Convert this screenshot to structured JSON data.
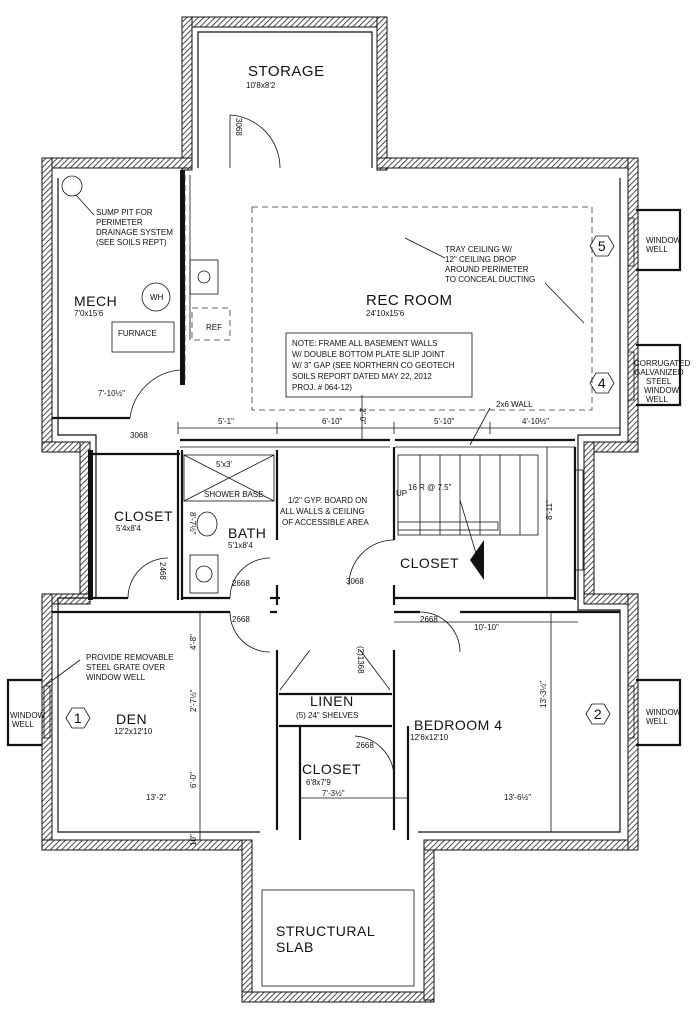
{
  "rooms": {
    "storage": {
      "name": "STORAGE",
      "size": "10'8x8'2"
    },
    "mech": {
      "name": "MECH",
      "size": "7'0x15'6"
    },
    "rec_room": {
      "name": "REC ROOM",
      "size": "24'10x15'6"
    },
    "closet1": {
      "name": "CLOSET",
      "size": "5'4x8'4"
    },
    "bath": {
      "name": "BATH",
      "size": "5'1x8'4"
    },
    "closet2": {
      "name": "CLOSET"
    },
    "den": {
      "name": "DEN",
      "size": "12'2x12'10"
    },
    "bedroom4": {
      "name": "BEDROOM 4",
      "size": "12'6x12'10"
    },
    "linen": {
      "name": "LINEN",
      "note": "(5) 24\" SHELVES"
    },
    "closet3": {
      "name": "CLOSET",
      "size": "6'8x7'9"
    },
    "structural_slab": {
      "line1": "STRUCTURAL",
      "line2": "SLAB"
    }
  },
  "fixtures": {
    "wh": "WH",
    "furnace": "FURNACE",
    "ref": "REF",
    "shower_size": "5'x3'",
    "shower_base": "SHOWER BASE",
    "up": "UP",
    "risers": "16 R @ 7.5\""
  },
  "notes": {
    "sump": [
      "SUMP PIT FOR",
      "PERIMETER",
      "DRAINAGE SYSTEM",
      "(SEE SOILS REPT)"
    ],
    "tray": [
      "TRAY CEILING W/",
      "12\" CEILING DROP",
      "AROUND PERIMETER",
      "TO CONCEAL DUCTING"
    ],
    "frame": [
      "NOTE: FRAME ALL BASEMENT WALLS",
      "W/ DOUBLE BOTTOM PLATE SLIP JOINT",
      "W/ 3\" GAP (SEE  NORTHERN CO GEOTECH",
      "SOILS REPORT DATED MAY 22, 2012",
      "PROJ. # 064-12)"
    ],
    "gyp": [
      "1/2\" GYP. BOARD ON",
      "ALL WALLS & CEILING",
      "OF ACCESSIBLE AREA"
    ],
    "grate": [
      "PROVIDE REMOVABLE",
      "STEEL GRATE OVER",
      "WINDOW WELL"
    ],
    "wall_2x6": "2x6 WALL",
    "corrugated": [
      "CORRUGATED",
      "GALVANIZED",
      "STEEL",
      "WINDOW",
      "WELL"
    ],
    "window_well_right_top": [
      "WINDOW",
      "WELL"
    ],
    "window_well_right_bottom": [
      "WINDOW",
      "WELL"
    ],
    "window_well_left": [
      "WINDOW",
      "WELL"
    ]
  },
  "markers": {
    "m1": "1",
    "m2": "2",
    "m4": "4",
    "m5": "5"
  },
  "doors": {
    "d_storage": "3068",
    "d_mech": "3068",
    "d_closet1": "2468",
    "d_bath_left": "2668",
    "d_bath_right": "2668",
    "d_closet2": "3068",
    "d_den": "2668",
    "d_bed": "2668",
    "d_linen": "(2)1368",
    "d_closet3": "2668"
  },
  "dims": {
    "mech_w": "7'-10½\"",
    "top_1": "5'-1\"",
    "top_2": "6'-10\"",
    "top_3": "5'-10\"",
    "top_4": "4'-10½\"",
    "v_2_0": "2'-0\"",
    "stair_h": "8'-11\"",
    "bath_v": "8'-7½\"",
    "closet_w": "10'-10\"",
    "den_v1": "4'-8\"",
    "den_v2": "2'-7½\"",
    "den_v3": "6'-0\"",
    "den_v4": "10\"",
    "den_w": "13'-2\"",
    "closet3_w": "7'-3½\"",
    "bed_w": "13'-6½\"",
    "bed_h": "13'-3½\""
  }
}
